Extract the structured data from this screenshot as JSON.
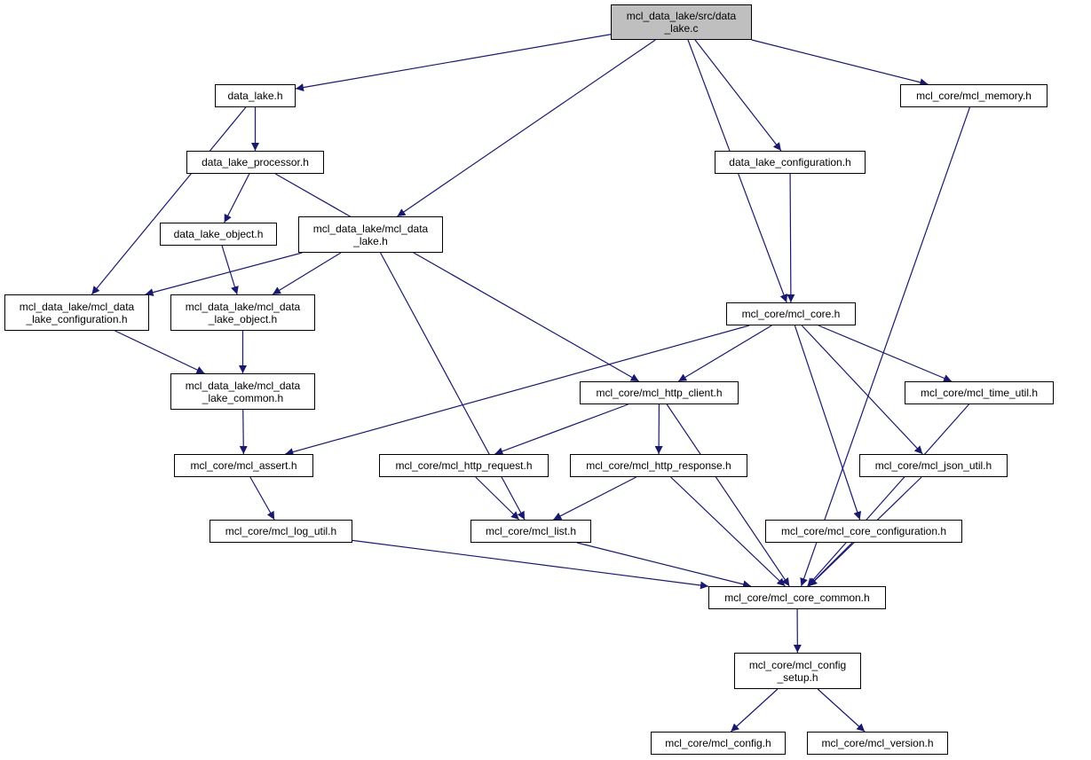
{
  "colors": {
    "edge": "#191970",
    "node_border": "#000000",
    "root_fill": "#bfbfbf",
    "node_fill": "#ffffff"
  },
  "nodes": {
    "root": {
      "line1": "mcl_data_lake/src/data",
      "line2": "_lake.c"
    },
    "data_lake_h": {
      "line1": "data_lake.h"
    },
    "mcl_memory_h": {
      "line1": "mcl_core/mcl_memory.h"
    },
    "data_lake_processor_h": {
      "line1": "data_lake_processor.h"
    },
    "data_lake_configuration_h": {
      "line1": "data_lake_configuration.h"
    },
    "data_lake_object_h": {
      "line1": "data_lake_object.h"
    },
    "mcl_data_lake_h": {
      "line1": "mcl_data_lake/mcl_data",
      "line2": "_lake.h"
    },
    "mcl_data_lake_configuration_h": {
      "line1": "mcl_data_lake/mcl_data",
      "line2": "_lake_configuration.h"
    },
    "mcl_data_lake_object_h": {
      "line1": "mcl_data_lake/mcl_data",
      "line2": "_lake_object.h"
    },
    "mcl_core_h": {
      "line1": "mcl_core/mcl_core.h"
    },
    "mcl_data_lake_common_h": {
      "line1": "mcl_data_lake/mcl_data",
      "line2": "_lake_common.h"
    },
    "mcl_http_client_h": {
      "line1": "mcl_core/mcl_http_client.h"
    },
    "mcl_time_util_h": {
      "line1": "mcl_core/mcl_time_util.h"
    },
    "mcl_assert_h": {
      "line1": "mcl_core/mcl_assert.h"
    },
    "mcl_http_request_h": {
      "line1": "mcl_core/mcl_http_request.h"
    },
    "mcl_http_response_h": {
      "line1": "mcl_core/mcl_http_response.h"
    },
    "mcl_json_util_h": {
      "line1": "mcl_core/mcl_json_util.h"
    },
    "mcl_log_util_h": {
      "line1": "mcl_core/mcl_log_util.h"
    },
    "mcl_list_h": {
      "line1": "mcl_core/mcl_list.h"
    },
    "mcl_core_configuration_h": {
      "line1": "mcl_core/mcl_core_configuration.h"
    },
    "mcl_core_common_h": {
      "line1": "mcl_core/mcl_core_common.h"
    },
    "mcl_config_setup_h": {
      "line1": "mcl_core/mcl_config",
      "line2": "_setup.h"
    },
    "mcl_config_h": {
      "line1": "mcl_core/mcl_config.h"
    },
    "mcl_version_h": {
      "line1": "mcl_core/mcl_version.h"
    }
  },
  "edges": [
    [
      "root",
      "data_lake_h"
    ],
    [
      "root",
      "mcl_data_lake_h"
    ],
    [
      "root",
      "data_lake_configuration_h"
    ],
    [
      "root",
      "mcl_core_h"
    ],
    [
      "root",
      "mcl_memory_h"
    ],
    [
      "data_lake_h",
      "data_lake_processor_h"
    ],
    [
      "data_lake_h",
      "mcl_data_lake_configuration_h"
    ],
    [
      "data_lake_processor_h",
      "data_lake_object_h"
    ],
    [
      "data_lake_processor_h",
      "mcl_http_client_h"
    ],
    [
      "data_lake_object_h",
      "mcl_data_lake_object_h"
    ],
    [
      "mcl_data_lake_h",
      "mcl_data_lake_configuration_h"
    ],
    [
      "mcl_data_lake_h",
      "mcl_data_lake_object_h"
    ],
    [
      "mcl_data_lake_h",
      "mcl_list_h"
    ],
    [
      "mcl_data_lake_configuration_h",
      "mcl_data_lake_common_h"
    ],
    [
      "mcl_data_lake_object_h",
      "mcl_data_lake_common_h"
    ],
    [
      "mcl_data_lake_common_h",
      "mcl_assert_h"
    ],
    [
      "data_lake_configuration_h",
      "mcl_core_h"
    ],
    [
      "mcl_memory_h",
      "mcl_core_common_h"
    ],
    [
      "mcl_core_h",
      "mcl_assert_h"
    ],
    [
      "mcl_core_h",
      "mcl_http_client_h"
    ],
    [
      "mcl_core_h",
      "mcl_core_configuration_h"
    ],
    [
      "mcl_core_h",
      "mcl_json_util_h"
    ],
    [
      "mcl_core_h",
      "mcl_time_util_h"
    ],
    [
      "mcl_http_client_h",
      "mcl_http_request_h"
    ],
    [
      "mcl_http_client_h",
      "mcl_http_response_h"
    ],
    [
      "mcl_http_client_h",
      "mcl_core_common_h"
    ],
    [
      "mcl_assert_h",
      "mcl_log_util_h"
    ],
    [
      "mcl_http_request_h",
      "mcl_list_h"
    ],
    [
      "mcl_http_response_h",
      "mcl_list_h"
    ],
    [
      "mcl_http_response_h",
      "mcl_core_common_h"
    ],
    [
      "mcl_log_util_h",
      "mcl_core_common_h"
    ],
    [
      "mcl_list_h",
      "mcl_core_common_h"
    ],
    [
      "mcl_core_configuration_h",
      "mcl_core_common_h"
    ],
    [
      "mcl_json_util_h",
      "mcl_core_common_h"
    ],
    [
      "mcl_time_util_h",
      "mcl_core_common_h"
    ],
    [
      "mcl_core_common_h",
      "mcl_config_setup_h"
    ],
    [
      "mcl_config_setup_h",
      "mcl_config_h"
    ],
    [
      "mcl_config_setup_h",
      "mcl_version_h"
    ]
  ]
}
